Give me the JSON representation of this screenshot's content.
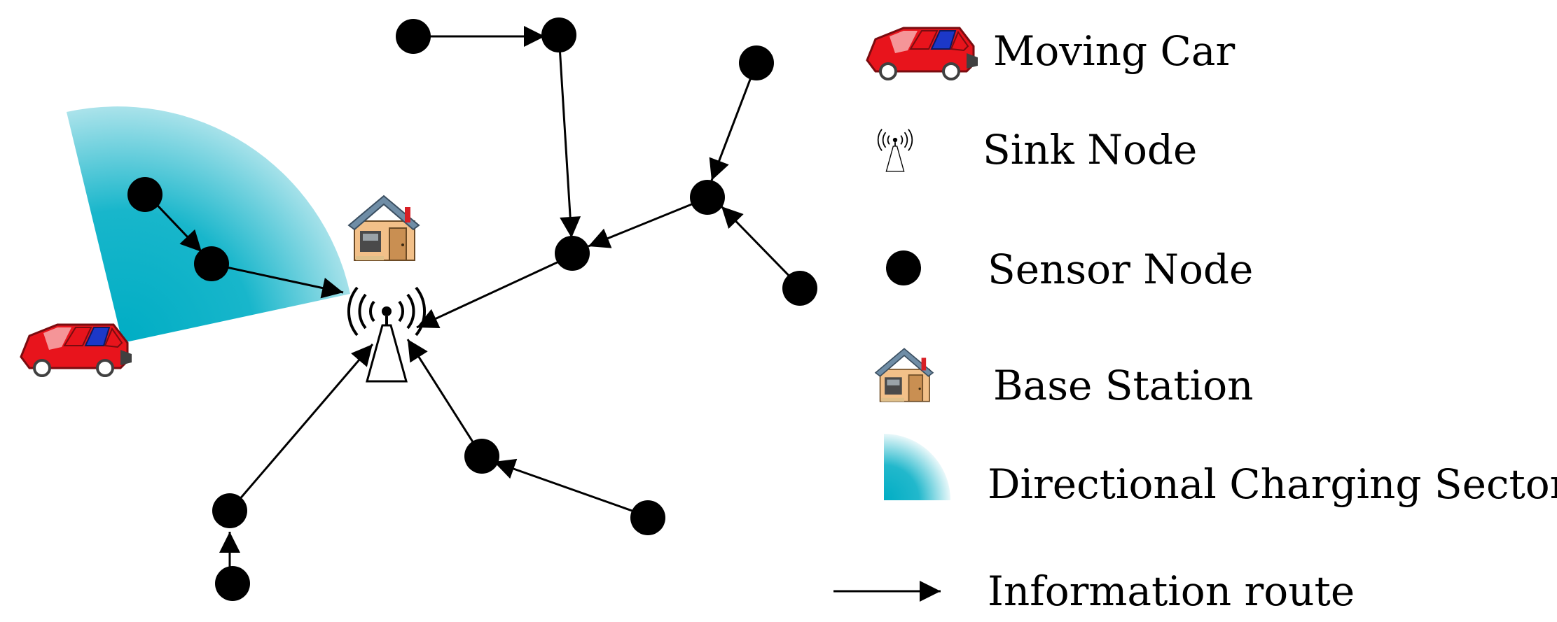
{
  "legend": {
    "items": [
      {
        "key": "moving-car",
        "label": "Moving Car",
        "icon": "car-icon"
      },
      {
        "key": "sink-node",
        "label": "Sink Node",
        "icon": "antenna-tower-icon"
      },
      {
        "key": "sensor-node",
        "label": "Sensor Node",
        "icon": "sensor-node-dot-icon"
      },
      {
        "key": "base-station",
        "label": "Base Station",
        "icon": "house-icon"
      },
      {
        "key": "charging-sector",
        "label": "Directional Charging Sector",
        "icon": "sector-icon"
      },
      {
        "key": "info-route",
        "label": "Information route",
        "icon": "arrow-icon"
      }
    ]
  },
  "colors": {
    "sector_inner": "#00adc4",
    "sector_outer": "#ffffff",
    "car_body": "#e8141c",
    "car_window": "#1c38c8",
    "house_wall": "#f2c089",
    "house_roof": "#6f8da6",
    "house_chimney": "#d81f26",
    "node": "#000000"
  }
}
